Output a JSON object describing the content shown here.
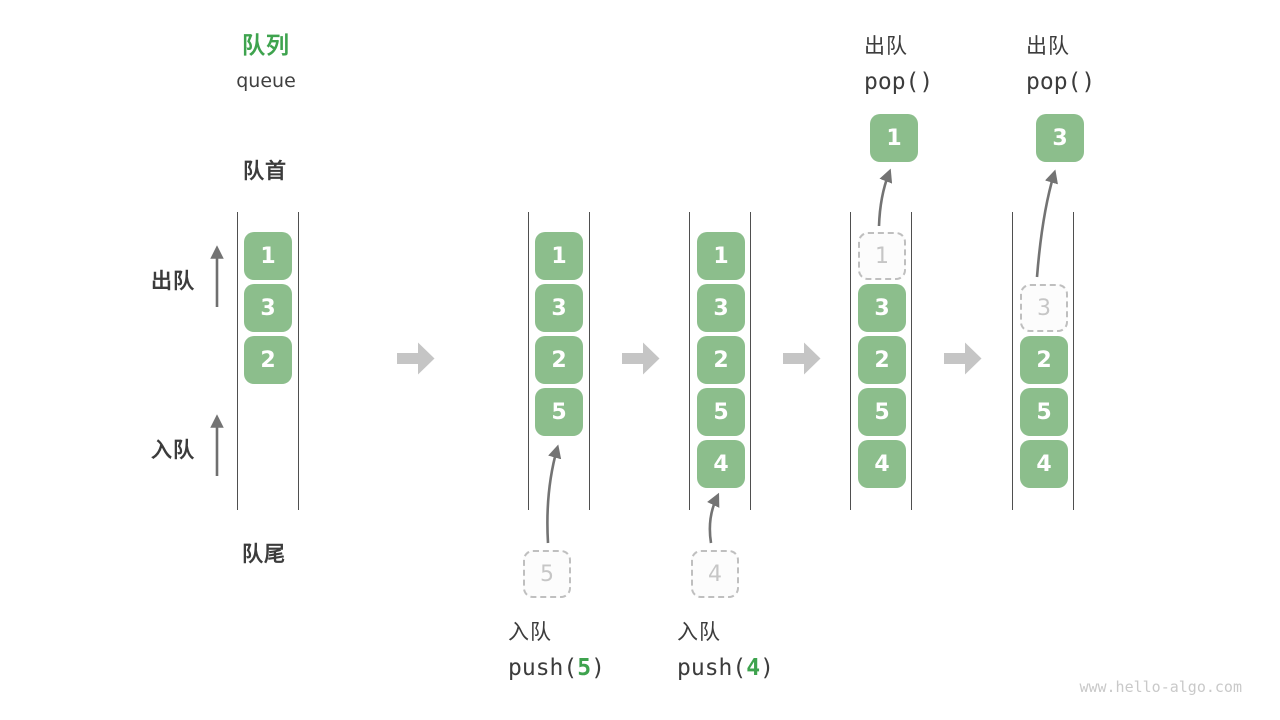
{
  "title": {
    "zh": "队列",
    "en": "queue"
  },
  "labels": {
    "front": "队首",
    "rear": "队尾",
    "dequeue_side": "出队",
    "enqueue_side": "入队"
  },
  "ops": {
    "push5": {
      "label": "入队",
      "fn": "push(",
      "arg": "5",
      "close": ")"
    },
    "push4": {
      "label": "入队",
      "fn": "push(",
      "arg": "4",
      "close": ")"
    },
    "pop1": {
      "label": "出队",
      "code": "pop()"
    },
    "pop2": {
      "label": "出队",
      "code": "pop()"
    }
  },
  "states": {
    "s1": {
      "c1": "1",
      "c2": "3",
      "c3": "2"
    },
    "s2": {
      "c1": "1",
      "c2": "3",
      "c3": "2",
      "c4": "5",
      "incoming": "5"
    },
    "s3": {
      "c1": "1",
      "c2": "3",
      "c3": "2",
      "c4": "5",
      "c5": "4",
      "incoming": "4"
    },
    "s4": {
      "c1": "1",
      "c2": "3",
      "c3": "2",
      "c4": "5",
      "c5": "4",
      "popped": "1"
    },
    "s5": {
      "c2": "3",
      "c3": "2",
      "c4": "5",
      "c5": "4",
      "popped": "3"
    }
  },
  "colors": {
    "solid_box": "#8CBE8C",
    "accent_green": "#3EA34E",
    "dashed_border": "#BFBFBF",
    "thin_arrow": "#737373",
    "block_arrow": "#C5C5C5"
  },
  "watermark": "www.hello-algo.com"
}
